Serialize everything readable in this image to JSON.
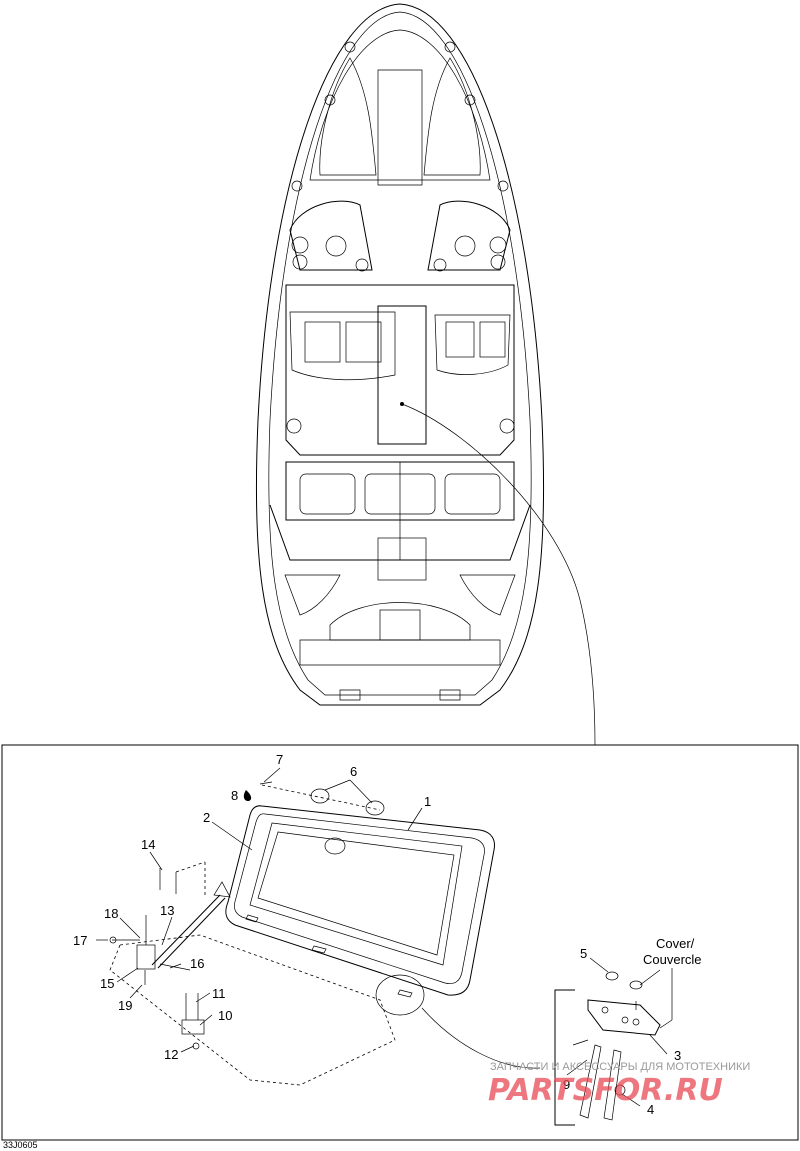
{
  "figure_code": "33J0605",
  "cover_note": [
    "Cover/",
    "Couvercle"
  ],
  "watermark": {
    "line1": "ЗАПЧАСТИ И АКСЕССУАРЫ ДЛЯ МОТОТЕХНИКИ",
    "line2": "PARTSFOR.RU"
  },
  "callouts": {
    "c1": "1",
    "c2": "2",
    "c3": "3",
    "c4": "4",
    "c5": "5",
    "c6": "6",
    "c7": "7",
    "c8": "8",
    "c9": "9",
    "c10": "10",
    "c11": "11",
    "c12": "12",
    "c13": "13",
    "c14": "14",
    "c15": "15",
    "c16": "16",
    "c17": "17",
    "c18": "18",
    "c19": "19"
  }
}
